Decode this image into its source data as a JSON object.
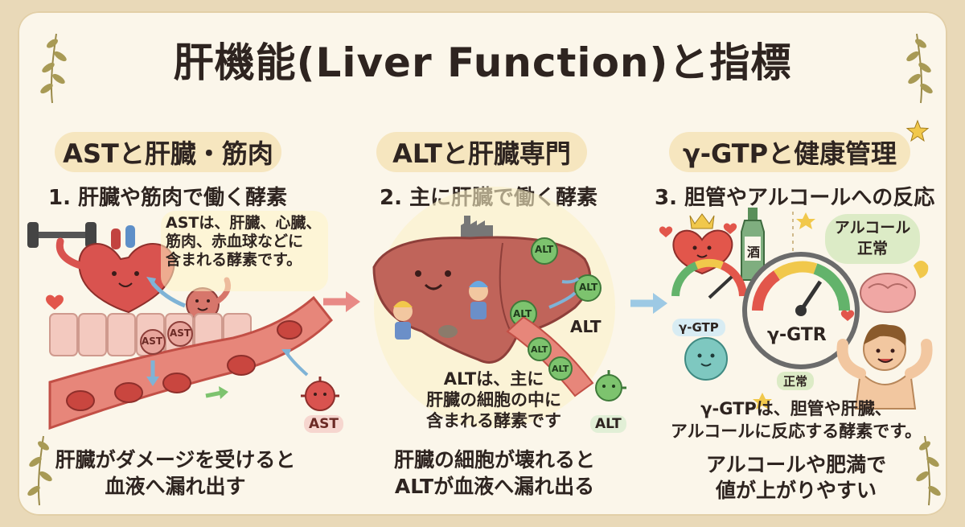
{
  "title": "肝機能(Liver Function)と指標",
  "panels": [
    {
      "heading": "ASTと肝臓・筋肉",
      "subtitle": "1. 肝臓や筋肉で働く酵素",
      "note": [
        "ASTは、肝臓、心臓、",
        "筋肉、赤血球などに",
        "含まれる酵素です。"
      ],
      "labels": [
        "AST",
        "AST",
        "AST"
      ],
      "caption": [
        "肝臓がダメージを受けると",
        "血液へ漏れ出す"
      ]
    },
    {
      "heading": "ALTと肝臓専門",
      "subtitle": "2. 主に肝臓で働く酵素",
      "labels": [
        "ALT",
        "ALT",
        "ALT",
        "ALT",
        "ALT",
        "ALT",
        "ALT"
      ],
      "note": [
        "ALTは、主に",
        "肝臓の細胞の中に",
        "含まれる酵素です"
      ],
      "caption": [
        "肝臓の細胞が壊れると",
        "ALTが血液へ漏れ出る"
      ]
    },
    {
      "heading": "γ-GTPと健康管理",
      "subtitle": "3. 胆管やアルコールへの反応",
      "sake_label": "酒",
      "bubble": [
        "アルコール",
        "正常"
      ],
      "small_gauge_label": "γ-GTP",
      "big_gauge_label": "γ-GTR",
      "normal_label": "正常",
      "note": [
        "γ-GTPは、胆管や肝臓、",
        "アルコールに反応する酵素です。"
      ],
      "caption": [
        "アルコールや肥満で",
        "値が上がりやすい"
      ]
    }
  ],
  "colors": {
    "liver": "#c0645a",
    "liver_dark": "#8e3f3a",
    "heart": "#d9534f",
    "vessel": "#e7867a",
    "cell": "#f3c9bf",
    "enzyme": "#7dc36e",
    "arrow": "#e88a86",
    "arrow_blue": "#9dc9e4",
    "gauge_green": "#63b36b",
    "gauge_yellow": "#f1c84b",
    "gauge_red": "#e2564b"
  }
}
